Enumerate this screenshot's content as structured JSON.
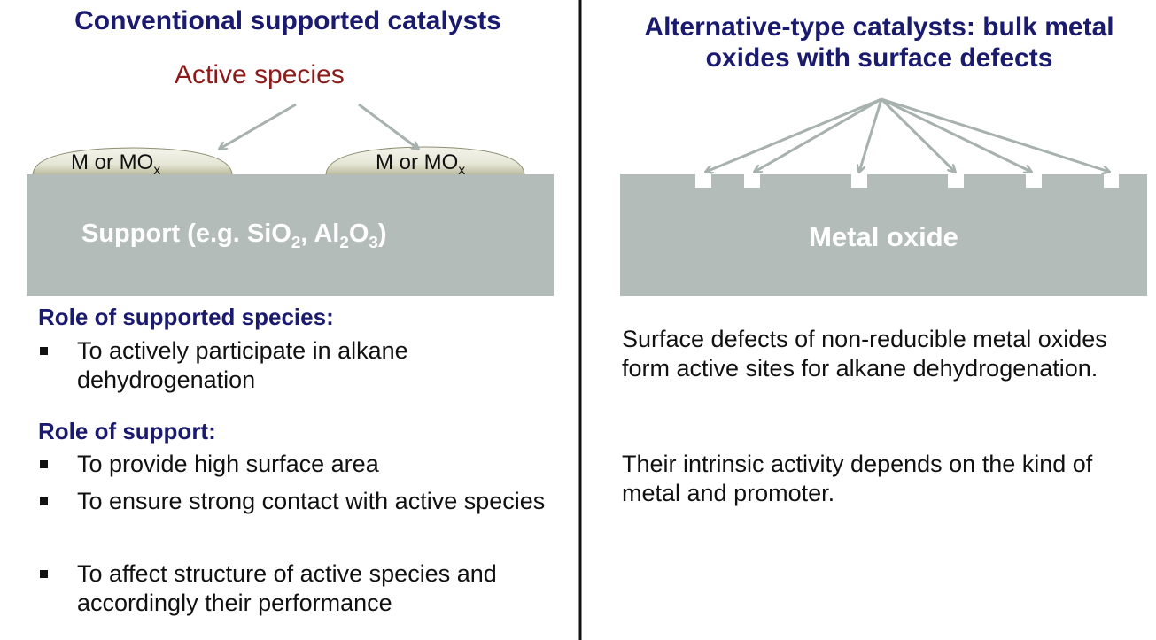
{
  "left": {
    "title": "Conventional supported catalysts",
    "active_species": "Active species",
    "particle": {
      "main": "M or MO",
      "sub": "x"
    },
    "support": {
      "p1": "Support (e.g. SiO",
      "s1": "2",
      "p2": ", Al",
      "s2": "2",
      "p3": "O",
      "s3": "3",
      "p4": ")"
    },
    "role_species_heading": "Role of supported species:",
    "role_species_items": [
      "To actively participate in alkane dehydrogenation"
    ],
    "role_support_heading": "Role of support:",
    "role_support_items": [
      "To provide high surface area",
      "To ensure strong contact with active species",
      "To affect structure of active species and accordingly their performance"
    ]
  },
  "right": {
    "title": "Alternative-type catalysts: bulk metal oxides with surface defects",
    "block_label": "Metal oxide",
    "paragraphs": [
      "Surface defects of non-reducible metal oxides form active sites for alkane dehydrogenation.",
      "Their intrinsic activity depends on the kind of metal and promoter."
    ]
  },
  "colors": {
    "title": "#1a1a6e",
    "active_species": "#8b1a1a",
    "support": "#b4bcb9",
    "arrow": "#a7b1ae"
  }
}
